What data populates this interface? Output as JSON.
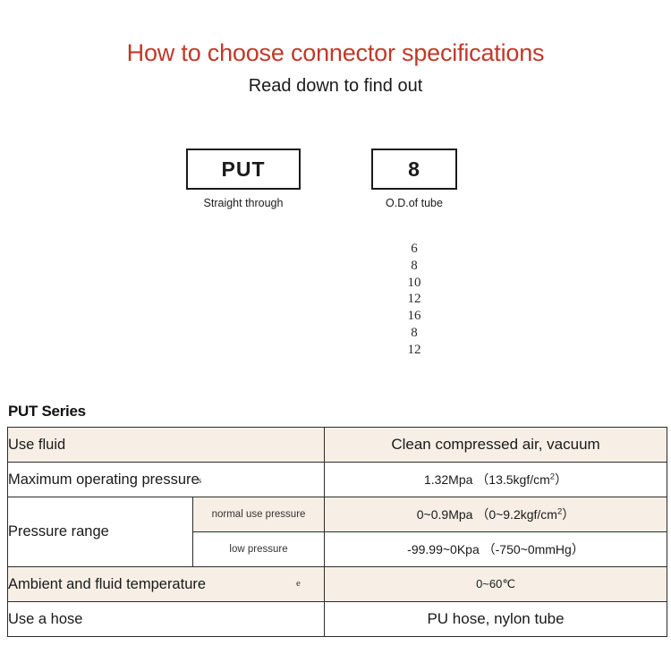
{
  "header": {
    "title": "How to choose connector specifications",
    "subtitle": "Read down to find out",
    "title_color": "#c0392b"
  },
  "selector": {
    "boxes": [
      {
        "code": "PUT",
        "caption": "Straight through"
      },
      {
        "code": "8",
        "caption": "O.D.of tube"
      }
    ],
    "tube_sizes": [
      "6",
      "8",
      "10",
      "12",
      "16",
      "8",
      "12"
    ]
  },
  "series": {
    "label": "PUT Series"
  },
  "spec_table": {
    "shade_color": "#f7efe5",
    "rows": [
      {
        "label": "Use fluid",
        "sub": null,
        "value": "Clean compressed air, vacuum"
      },
      {
        "label": "Maximum operating pressure",
        "sub": null,
        "value_prefix": "1.32Mpa （13.5kgf/cm",
        "value_sup": "2",
        "value_suffix": "）"
      },
      {
        "label": "Pressure range",
        "sub": "normal use pressure",
        "value_prefix": "0~0.9Mpa （0~9.2kgf/cm",
        "value_sup": "2",
        "value_suffix": "）"
      },
      {
        "label": "",
        "sub": "low pressure",
        "value": "-99.99~0Kpa （-750~0mmHg）"
      },
      {
        "label": "Ambient and fluid temperature",
        "sub": null,
        "value": "0~60℃"
      },
      {
        "label": "Use a hose",
        "sub": null,
        "value": "PU hose, nylon tube"
      }
    ]
  },
  "artifacts": {
    "pressure_s": "s",
    "temperature_e": "e"
  }
}
